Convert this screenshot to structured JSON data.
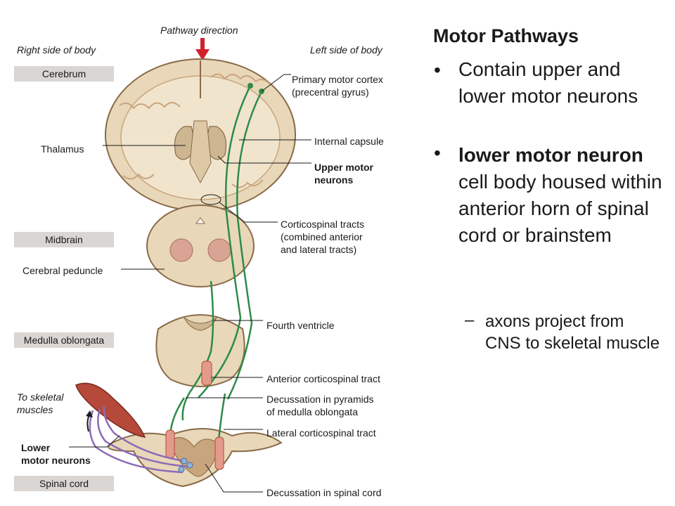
{
  "diagram": {
    "pathway_direction": "Pathway direction",
    "right_side": "Right side of body",
    "left_side": "Left side of body",
    "regions": {
      "cerebrum": "Cerebrum",
      "midbrain": "Midbrain",
      "medulla": "Medulla oblongata",
      "spinal_cord": "Spinal cord"
    },
    "labels": {
      "thalamus": "Thalamus",
      "cerebral_peduncle": "Cerebral peduncle",
      "to_skeletal_muscles": "To skeletal\nmuscles",
      "lower_motor_neurons": "Lower\nmotor neurons",
      "primary_motor_cortex": "Primary motor cortex\n(precentral gyrus)",
      "internal_capsule": "Internal capsule",
      "upper_motor_neurons": "Upper motor\nneurons",
      "corticospinal_tracts": "Corticospinal tracts\n(combined anterior\nand lateral tracts)",
      "fourth_ventricle": "Fourth ventricle",
      "anterior_corticospinal_tract": "Anterior corticospinal tract",
      "decussation_pyramids": "Decussation in pyramids\nof medulla oblongata",
      "lateral_corticospinal_tract": "Lateral corticospinal tract",
      "decussation_spinal_cord": "Decussation in spinal cord"
    },
    "colors": {
      "tissue": "#e8d7b8",
      "tissue_edge": "#8a6a48",
      "grey_matter": "#c9a57e",
      "upper_neuron": "#2e8b4a",
      "lower_neuron": "#8c6bb8",
      "muscle": "#b5493a",
      "region_tag": "#d9d6d3",
      "arrow": "#d3212b"
    }
  },
  "slide": {
    "title": "Motor Pathways",
    "bullets": [
      {
        "text": "Contain upper and lower motor neurons"
      },
      {
        "bold": "lower motor neuron",
        "rest": " cell body housed within anterior horn of spinal cord or brainstem"
      }
    ],
    "sub_bullet": "axons project from CNS to skeletal muscle"
  }
}
